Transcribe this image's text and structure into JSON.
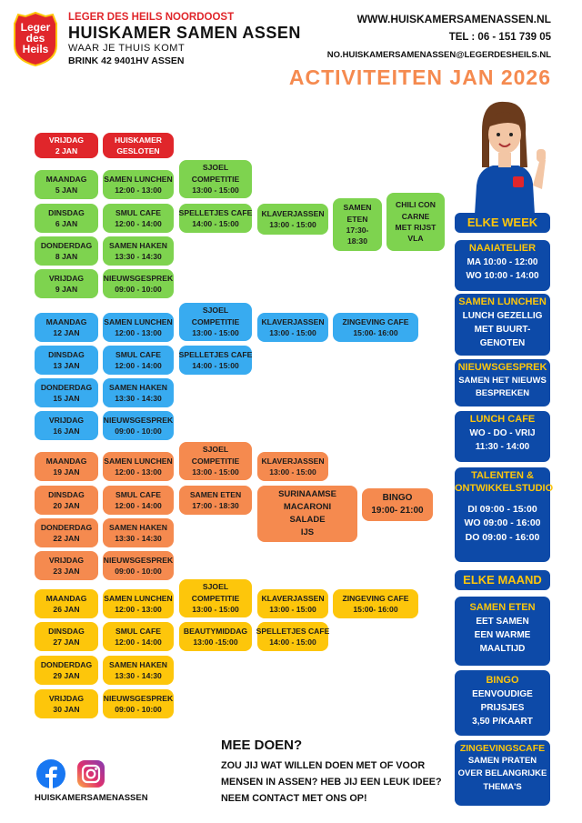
{
  "header": {
    "logo_text": [
      "Leger",
      "des",
      "Heils"
    ],
    "org": "LEGER DES HEILS NOORDOOST",
    "title": "HUISKAMER SAMEN ASSEN",
    "tagline": "WAAR JE THUIS KOMT",
    "address": "BRINK 42  9401HV ASSEN",
    "website": "WWW.HUISKAMERSAMENASSEN.NL",
    "phone": "TEL : 06 - 151 739 05",
    "email": "NO.HUISKAMERSAMENASSEN@LEGERDESHEILS.NL",
    "activities_title": "ACTIVITEITEN JAN 2026"
  },
  "colors": {
    "red": "#e0262b",
    "green": "#7ed34f",
    "blue": "#38abf0",
    "orange": "#f58a4f",
    "yellow": "#fdc60b",
    "navy": "#0d4aa8",
    "accent": "#f58a4f"
  },
  "schedule": {
    "r0": [
      "VRIJDAG",
      "2 JAN"
    ],
    "r1": [
      "HUISKAMER",
      "GESLOTEN"
    ],
    "g1": [
      "MAANDAG",
      "5 JAN"
    ],
    "g2": [
      "SAMEN LUNCHEN",
      "12:00 - 13:00"
    ],
    "g3": [
      "SJOEL",
      "COMPETITIE",
      "13:00 - 15:00"
    ],
    "g4": [
      "DINSDAG",
      "6 JAN"
    ],
    "g5": [
      "SMUL CAFE",
      "12:00 - 14:00"
    ],
    "g6": [
      "SPELLETJES CAFE",
      "14:00 - 15:00"
    ],
    "g7": [
      "KLAVERJASSEN",
      "13:00 - 15:00"
    ],
    "g8": [
      "SAMEN",
      "ETEN",
      "17:30-",
      "18:30"
    ],
    "g9": [
      "CHILI CON",
      "CARNE",
      "MET RIJST",
      "VLA"
    ],
    "g10": [
      "DONDERDAG",
      "8 JAN"
    ],
    "g11": [
      "SAMEN HAKEN",
      "13:30 - 14:30"
    ],
    "g12": [
      "VRIJDAG",
      "9 JAN"
    ],
    "g13": [
      "NIEUWSGESPREK",
      "09:00 - 10:00"
    ],
    "b1": [
      "MAANDAG",
      "12 JAN"
    ],
    "b2": [
      "SAMEN LUNCHEN",
      "12:00 - 13:00"
    ],
    "b3": [
      "SJOEL",
      "COMPETITIE",
      "13:00 - 15:00"
    ],
    "b4": [
      "KLAVERJASSEN",
      "13:00 - 15:00"
    ],
    "b5": [
      "ZINGEVING CAFE",
      "15:00- 16:00"
    ],
    "b6": [
      "DINSDAG",
      "13 JAN"
    ],
    "b7": [
      "SMUL CAFE",
      "12:00 - 14:00"
    ],
    "b8": [
      "SPELLETJES CAFE",
      "14:00 - 15:00"
    ],
    "b9": [
      "DONDERDAG",
      "15 JAN"
    ],
    "b10": [
      "SAMEN HAKEN",
      "13:30 - 14:30"
    ],
    "b11": [
      "VRIJDAG",
      "16 JAN"
    ],
    "b12": [
      "NIEUWSGESPREK",
      "09:00 - 10:00"
    ],
    "o1": [
      "MAANDAG",
      "19 JAN"
    ],
    "o2": [
      "SAMEN LUNCHEN",
      "12:00 - 13:00"
    ],
    "o3": [
      "SJOEL",
      "COMPETITIE",
      "13:00 - 15:00"
    ],
    "o4": [
      "KLAVERJASSEN",
      "13:00 - 15:00"
    ],
    "o5": [
      "DINSDAG",
      "20 JAN"
    ],
    "o6": [
      "SMUL CAFE",
      "12:00 - 14:00"
    ],
    "o7": [
      "SAMEN ETEN",
      "17:00 - 18:30"
    ],
    "o8": [
      "SURINAAMSE",
      "MACARONI",
      "SALADE",
      "IJS"
    ],
    "o9": [
      "BINGO",
      "19:00- 21:00"
    ],
    "o10": [
      "DONDERDAG",
      "22 JAN"
    ],
    "o11": [
      "SAMEN HAKEN",
      "13:30 - 14:30"
    ],
    "o12": [
      "VRIJDAG",
      "23 JAN"
    ],
    "o13": [
      "NIEUWSGESPREK",
      "09:00 - 10:00"
    ],
    "y1": [
      "MAANDAG",
      "26 JAN"
    ],
    "y2": [
      "SAMEN LUNCHEN",
      "12:00 - 13:00"
    ],
    "y3": [
      "SJOEL",
      "COMPETITIE",
      "13:00 - 15:00"
    ],
    "y4": [
      "KLAVERJASSEN",
      "13:00 - 15:00"
    ],
    "y5": [
      "ZINGEVING CAFE",
      "15:00- 16:00"
    ],
    "y6": [
      "DINSDAG",
      "27 JAN"
    ],
    "y7": [
      "SMUL CAFE",
      "12:00 - 14:00"
    ],
    "y8": [
      "BEAUTYMIDDAG",
      "13:00 -15:00"
    ],
    "y9": [
      "SPELLETJES CAFE",
      "14:00 - 15:00"
    ],
    "y10": [
      "DONDERDAG",
      "29 JAN"
    ],
    "y11": [
      "SAMEN HAKEN",
      "13:30 - 14:30"
    ],
    "y12": [
      "VRIJDAG",
      "30 JAN"
    ],
    "y13": [
      "NIEUWSGESPREK",
      "09:00 - 10:00"
    ]
  },
  "sidebar": {
    "elke_week": "ELKE WEEK",
    "naaiatelier": {
      "title": "NAAIATELIER",
      "lines": [
        "MA 10:00 - 12:00",
        "WO 10:00 - 14:00"
      ]
    },
    "lunchen": {
      "title": "SAMEN LUNCHEN",
      "lines": [
        "LUNCH GEZELLIG",
        "MET BUURT-",
        "GENOTEN"
      ]
    },
    "nieuws": {
      "title": "NIEUWSGESPREK",
      "lines": [
        "SAMEN HET NIEUWS",
        "BESPREKEN"
      ]
    },
    "lunchcafe": {
      "title": "LUNCH CAFE",
      "lines": [
        "WO - DO - VRIJ",
        "11:30 - 14:00"
      ]
    },
    "talenten": {
      "title": "TALENTEN &",
      "title2": "ONTWIKKELSTUDIO",
      "lines": [
        "DI  09:00 - 15:00",
        "WO 09:00 - 16:00",
        "DO 09:00 - 16:00"
      ]
    },
    "elke_maand": "ELKE MAAND",
    "eten": {
      "title": "SAMEN ETEN",
      "lines": [
        "EET SAMEN",
        "EEN WARME",
        "MAALTIJD"
      ]
    },
    "bingo": {
      "title": "BINGO",
      "lines": [
        "EENVOUDIGE",
        "PRIJSJES",
        "3,50 P/KAART"
      ]
    },
    "zingeving": {
      "title": "ZINGEVINGSCAFE",
      "lines": [
        "SAMEN PRATEN",
        "OVER BELANGRIJKE",
        "THEMA'S"
      ]
    }
  },
  "footer": {
    "mee_doen": "MEE DOEN?",
    "text": [
      "ZOU JIJ WAT WILLEN DOEN MET OF VOOR",
      "MENSEN IN ASSEN? HEB JIJ EEN LEUK IDEE?",
      "NEEM CONTACT MET ONS OP!"
    ],
    "social_handle": "HUISKAMERSAMENASSEN"
  }
}
